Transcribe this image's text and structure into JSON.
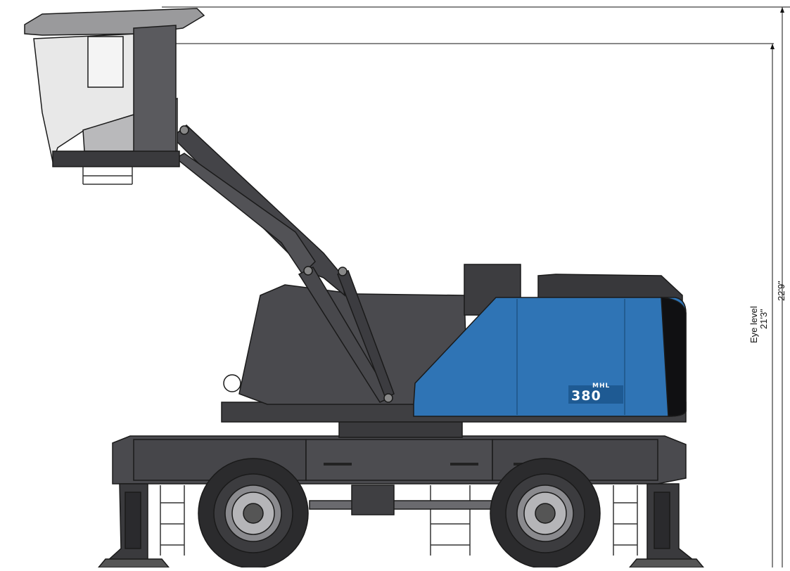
{
  "dimensions": {
    "overall_height": "22'9\"",
    "eye_level_title": "Eye level",
    "eye_level_value": "21'3\""
  },
  "machine": {
    "badge_series": "MHL",
    "badge_model": "380"
  },
  "colors": {
    "body_gray": "#4a4a4e",
    "dark_gray": "#3a3a3d",
    "accent_blue": "#2f74b5",
    "cab_glass": "#e8e8e8",
    "line": "#1a1a1a"
  }
}
